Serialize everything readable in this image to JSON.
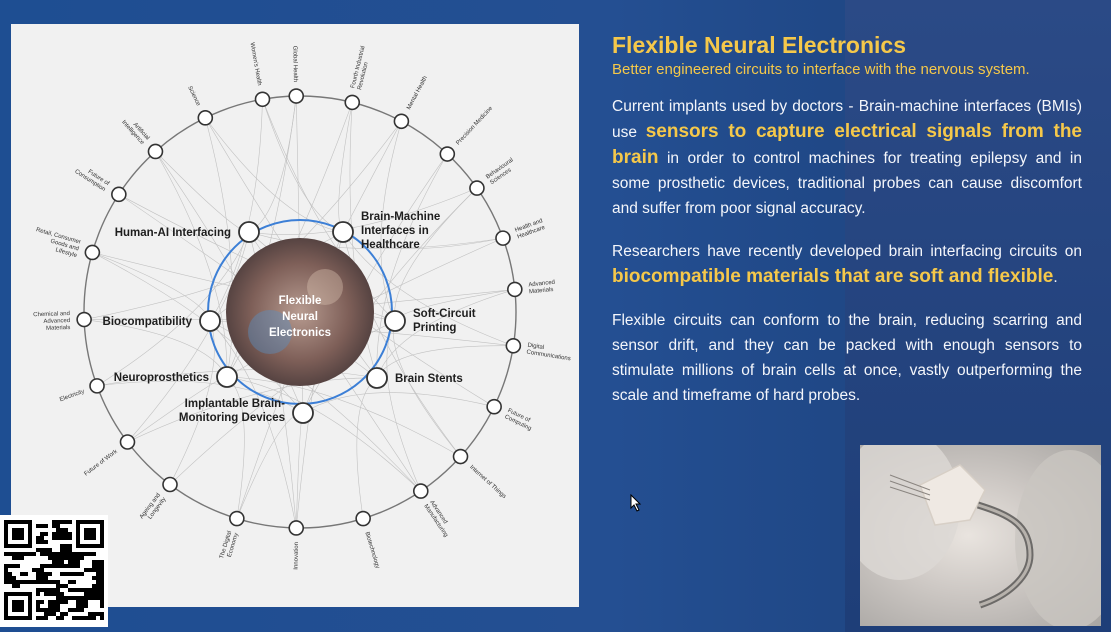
{
  "slide": {
    "title": "Flexible Neural Electronics",
    "subtitle": "Better engineered circuits to interface with the nervous system.",
    "p1_pre": "Current implants used by doctors - Brain-machine interfaces (BMIs) use ",
    "p1_hl": "sensors to capture electrical signals from the brain",
    "p1_post": " in order to control machines for treating epilepsy and in some prosthetic devices, traditional probes can cause discomfort and suffer from poor signal accuracy.",
    "p2_pre": "Researchers have recently developed brain interfacing circuits on ",
    "p2_hl": "biocompatible materials that are soft and flexible",
    "p2_post": ".",
    "p3": "Flexible circuits can conform to the brain, reducing scarring and sensor drift, and they can be packed with enough sensors to stimulate millions of brain cells at once, vastly outperforming the scale and timeframe of hard probes."
  },
  "diagram": {
    "center": [
      "Flexible",
      "Neural",
      "Electronics"
    ],
    "inner_nodes": [
      {
        "lines": [
          "Human-AI Interfacing"
        ]
      },
      {
        "lines": [
          "Brain-Machine",
          "Interfaces in",
          "Healthcare"
        ]
      },
      {
        "lines": [
          "Soft-Circuit",
          "Printing"
        ]
      },
      {
        "lines": [
          "Brain Stents"
        ]
      },
      {
        "lines": [
          "Implantable Brain-",
          "Monitoring Devices"
        ]
      },
      {
        "lines": [
          "Neuroprosthetics"
        ]
      },
      {
        "lines": [
          "Biocompatibility"
        ]
      }
    ],
    "outer_nodes": [
      {
        "lines": [
          "Global Health"
        ]
      },
      {
        "lines": [
          "Fourth Industrial",
          "Revolution"
        ]
      },
      {
        "lines": [
          "Mental Health"
        ]
      },
      {
        "lines": [
          "Precision Medicine"
        ]
      },
      {
        "lines": [
          "Behavioural",
          "Sciences"
        ]
      },
      {
        "lines": [
          "Health and",
          "Healthcare"
        ]
      },
      {
        "lines": [
          "Advanced",
          "Materials"
        ]
      },
      {
        "lines": [
          "Digital",
          "Communications"
        ]
      },
      {
        "lines": [
          "Future of",
          "Computing"
        ]
      },
      {
        "lines": [
          "Internet of Things"
        ]
      },
      {
        "lines": [
          "Advanced",
          "Manufacturing"
        ]
      },
      {
        "lines": [
          "Biotechnology"
        ]
      },
      {
        "lines": [
          "Innovation"
        ]
      },
      {
        "lines": [
          "The Digital",
          "Economy"
        ]
      },
      {
        "lines": [
          "Ageing and",
          "Longevity"
        ]
      },
      {
        "lines": [
          "Future of Work"
        ]
      },
      {
        "lines": [
          "Electricity"
        ]
      },
      {
        "lines": [
          "Chemical and",
          "Advanced",
          "Materials"
        ]
      },
      {
        "lines": [
          "Retail, Consumer",
          "Goods and",
          "Lifestyle"
        ]
      },
      {
        "lines": [
          "Future of",
          "Consumption"
        ]
      },
      {
        "lines": [
          "Artificial",
          "Intelligence"
        ]
      },
      {
        "lines": [
          "Science"
        ]
      },
      {
        "lines": [
          "Women's Health"
        ]
      }
    ]
  }
}
